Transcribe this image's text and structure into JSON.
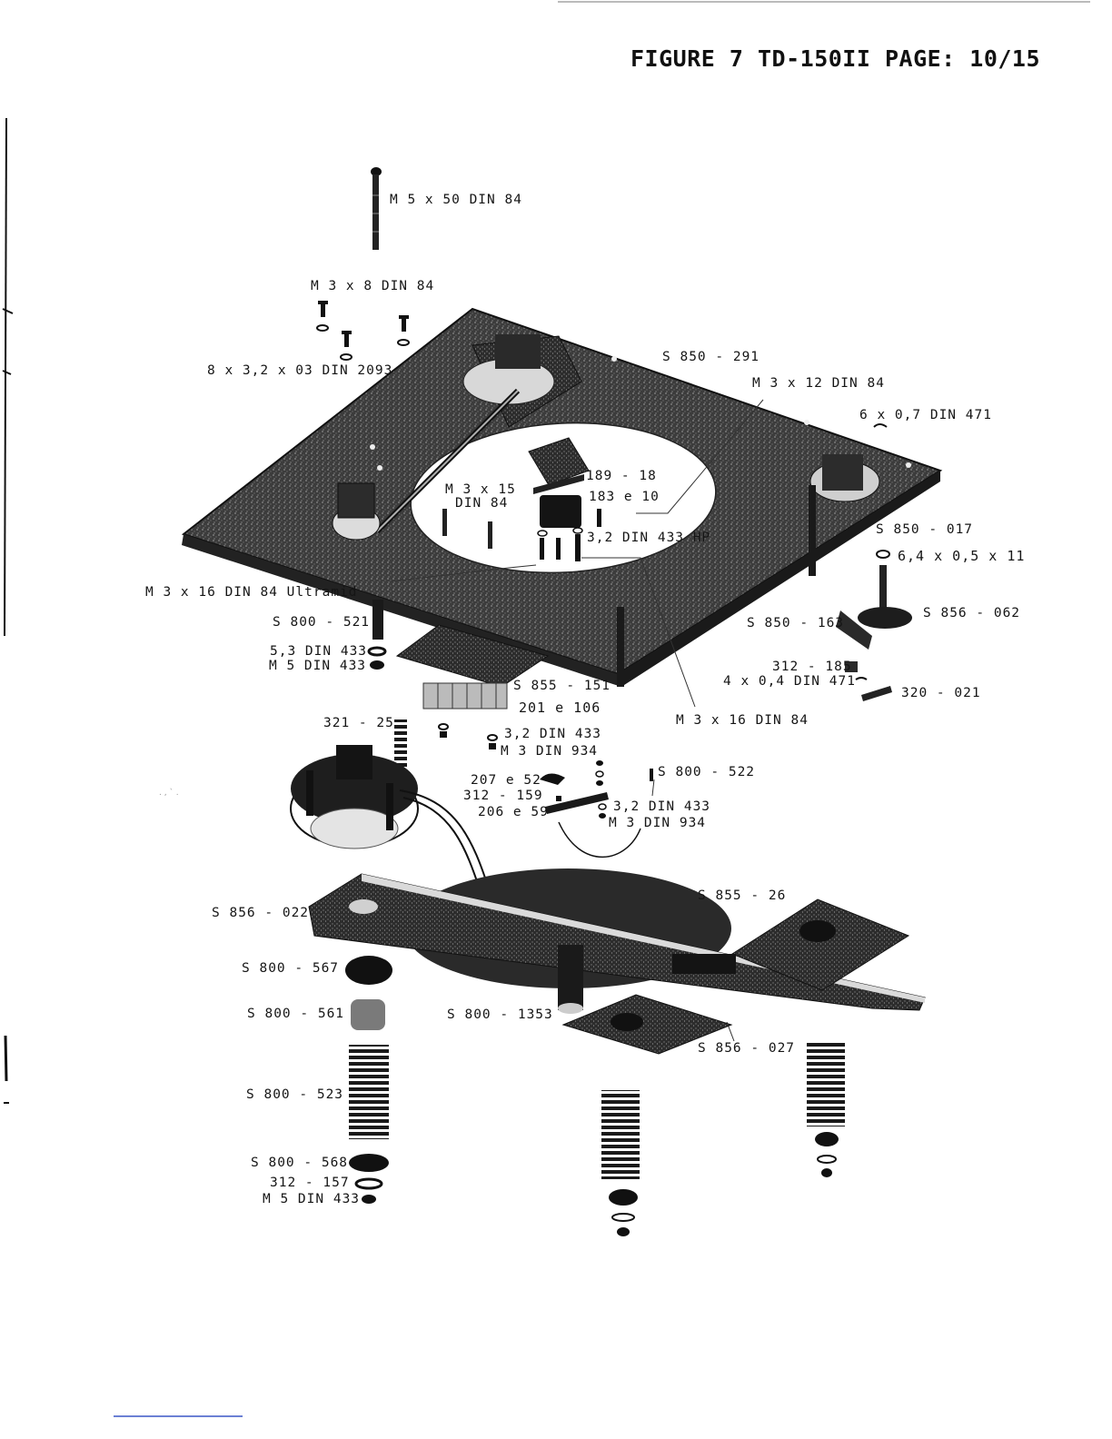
{
  "header": {
    "figure": "FIGURE 7",
    "model": "TD-150II",
    "page": "PAGE: 10/15"
  },
  "labels": {
    "m5x50": "M 5 x 50 DIN 84",
    "m3x8": "M 3 x 8 DIN 84",
    "washer_8x32": "8 x 3,2 x 03 DIN 2093",
    "s850_291": "S 850 - 291",
    "m3x12": "M 3 x 12 DIN 84",
    "din471_6": "6 x 0,7 DIN 471",
    "p189_18": "189 - 18",
    "p183_10": "183 e 10",
    "m3x15": "M 3 x 15",
    "din84": "DIN 84",
    "din433hp": "3,2 DIN 433 HP",
    "s850_017": "S 850 - 017",
    "washer_64": "6,4 x 0,5 x 11",
    "m3x16_ultramid": "M 3 x 16 DIN 84 Ultramid",
    "s800_521": "S 800 - 521",
    "din433_53": "5,3 DIN 433",
    "m5din433_a": "M 5 DIN 433",
    "s856_062": "S 856 - 062",
    "s850_163": "S 850 - 163",
    "p312_185": "312 - 185",
    "din471_4": "4 x 0,4 DIN 471",
    "p320_021": "320 - 021",
    "s855_151": "S 855 - 151",
    "p201_106": "201 e 106",
    "p321_25": "321 - 25",
    "din433_32a": "3,2 DIN 433",
    "m3din934_a": "M 3 DIN 934",
    "m3x16": "M 3 x 16 DIN 84",
    "s800_522": "S 800 - 522",
    "p207_52": "207 e 52",
    "p312_159": "312 - 159",
    "p206_59": "206 e 59",
    "din433_32b": "3,2 DIN 433",
    "m3din934_b": "M 3 DIN 934",
    "s855_26": "S 855 - 26",
    "s856_022": "S 856 - 022",
    "s800_567": "S 800 - 567",
    "s800_561": "S 800 - 561",
    "s800_1353": "S 800 - 1353",
    "s856_027": "S 856 - 027",
    "s800_523": "S 800 - 523",
    "s800_568": "S 800 - 568",
    "p312_157": "312 - 157",
    "m5din433_b": "M 5 DIN 433"
  },
  "colors": {
    "ink": "#151515",
    "plate": "#3a3a3a",
    "plate_dark": "#1f1f1f",
    "metal": "#6e6e6e",
    "paper": "#ffffff"
  }
}
